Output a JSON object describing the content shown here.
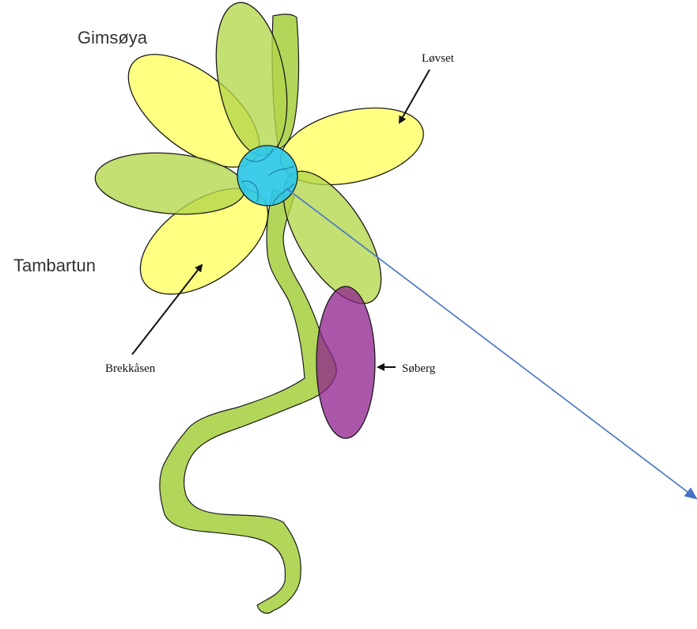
{
  "labels": {
    "gimsoya": "Gimsøya",
    "lovset": "Løvset",
    "tambartun": "Tambartun",
    "brekkasen": "Brekkåsen",
    "soberg": "Søberg"
  },
  "colors": {
    "yellow_petal": "#ffff66",
    "green_petal": "#b4d64a",
    "stem": "#b2d65a",
    "center": "#2ec8e8",
    "soberg": "#8e1f8e",
    "blue_arrow": "#4472c4"
  }
}
